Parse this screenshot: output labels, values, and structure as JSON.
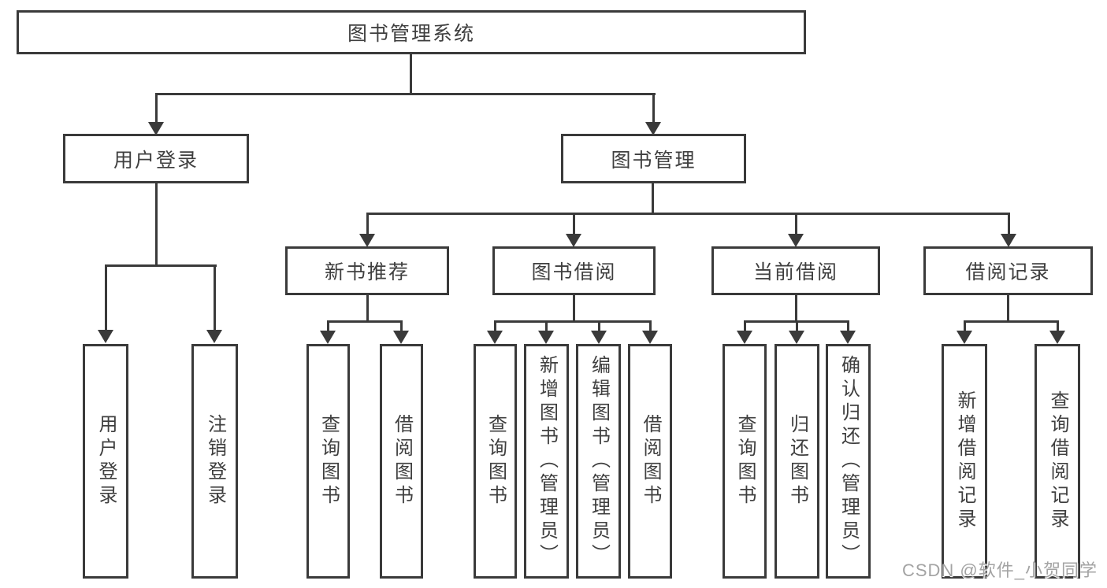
{
  "tree": {
    "root": "图书管理系统",
    "branches": [
      {
        "label": "用户登录",
        "children": [
          {
            "label": "用户登录"
          },
          {
            "label": "注销登录"
          }
        ]
      },
      {
        "label": "图书管理",
        "groups": [
          {
            "label": "新书推荐",
            "children": [
              {
                "label": "查询图书"
              },
              {
                "label": "借阅图书"
              }
            ]
          },
          {
            "label": "图书借阅",
            "children": [
              {
                "label": "查询图书"
              },
              {
                "label": "新增图书（管理员）"
              },
              {
                "label": "编辑图书（管理员）"
              },
              {
                "label": "借阅图书"
              }
            ]
          },
          {
            "label": "当前借阅",
            "children": [
              {
                "label": "查询图书"
              },
              {
                "label": "归还图书"
              },
              {
                "label": "确认归还（管理员）"
              }
            ]
          },
          {
            "label": "借阅记录",
            "children": [
              {
                "label": "新增借阅记录"
              },
              {
                "label": "查询借阅记录"
              }
            ]
          }
        ]
      }
    ]
  },
  "watermark": {
    "text": "CSDN @软件_小贺同学"
  },
  "colors": {
    "line": "#3a3a3a",
    "text": "#3f3f3f",
    "background": "#ffffff",
    "watermark": "#a3a3a3"
  }
}
